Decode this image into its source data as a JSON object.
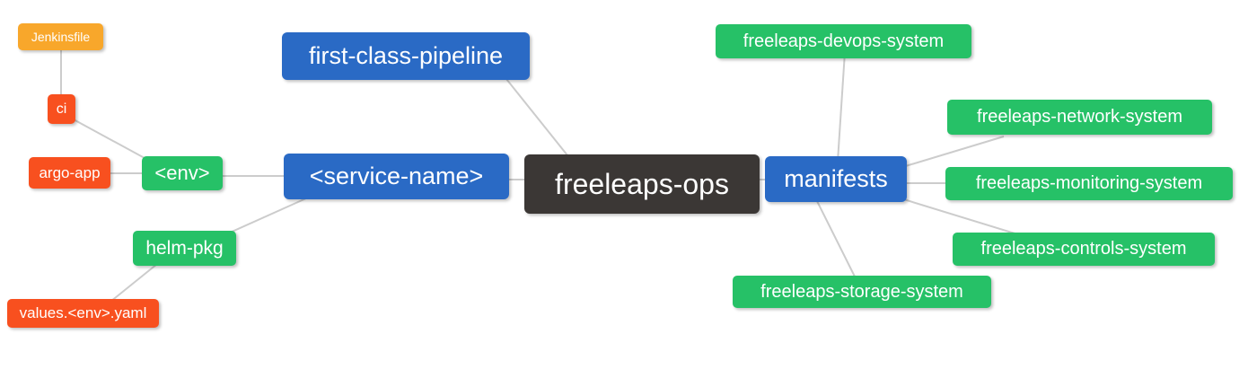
{
  "diagram": {
    "type": "mindmap",
    "root": "freeleaps_ops",
    "edge_color": "#CCCCCC",
    "palette": {
      "root_dark": "#3B3735",
      "branch_blue": "#2A6AC5",
      "group_green": "#26C167",
      "leaf_red": "#F8501F",
      "leaf_amber": "#F8A72B"
    },
    "nodes": {
      "freeleaps_ops": {
        "label": "freeleaps-ops",
        "color": "#3B3735"
      },
      "first_class_pipeline": {
        "label": "first-class-pipeline",
        "color": "#2A6AC5"
      },
      "service_name": {
        "label": "<service-name>",
        "color": "#2A6AC5"
      },
      "manifests": {
        "label": "manifests",
        "color": "#2A6AC5"
      },
      "env": {
        "label": "<env>",
        "color": "#26C167"
      },
      "helm_pkg": {
        "label": "helm-pkg",
        "color": "#26C167"
      },
      "jenkinsfile": {
        "label": "Jenkinsfile",
        "color": "#F8A72B"
      },
      "ci": {
        "label": "ci",
        "color": "#F8501F"
      },
      "argo_app": {
        "label": "argo-app",
        "color": "#F8501F"
      },
      "values_env_yaml": {
        "label": "values.<env>.yaml",
        "color": "#F8501F"
      },
      "devops_system": {
        "label": "freeleaps-devops-system",
        "color": "#26C167"
      },
      "network_system": {
        "label": "freeleaps-network-system",
        "color": "#26C167"
      },
      "monitoring_system": {
        "label": "freeleaps-monitoring-system",
        "color": "#26C167"
      },
      "controls_system": {
        "label": "freeleaps-controls-system",
        "color": "#26C167"
      },
      "storage_system": {
        "label": "freeleaps-storage-system",
        "color": "#26C167"
      }
    },
    "edges": [
      [
        "jenkinsfile",
        "ci"
      ],
      [
        "ci",
        "env"
      ],
      [
        "argo_app",
        "env"
      ],
      [
        "env",
        "service_name"
      ],
      [
        "service_name",
        "helm_pkg"
      ],
      [
        "helm_pkg",
        "values_env_yaml"
      ],
      [
        "first_class_pipeline",
        "freeleaps_ops"
      ],
      [
        "service_name",
        "freeleaps_ops"
      ],
      [
        "freeleaps_ops",
        "manifests"
      ],
      [
        "manifests",
        "devops_system"
      ],
      [
        "manifests",
        "network_system"
      ],
      [
        "manifests",
        "monitoring_system"
      ],
      [
        "manifests",
        "controls_system"
      ],
      [
        "manifests",
        "storage_system"
      ]
    ]
  }
}
